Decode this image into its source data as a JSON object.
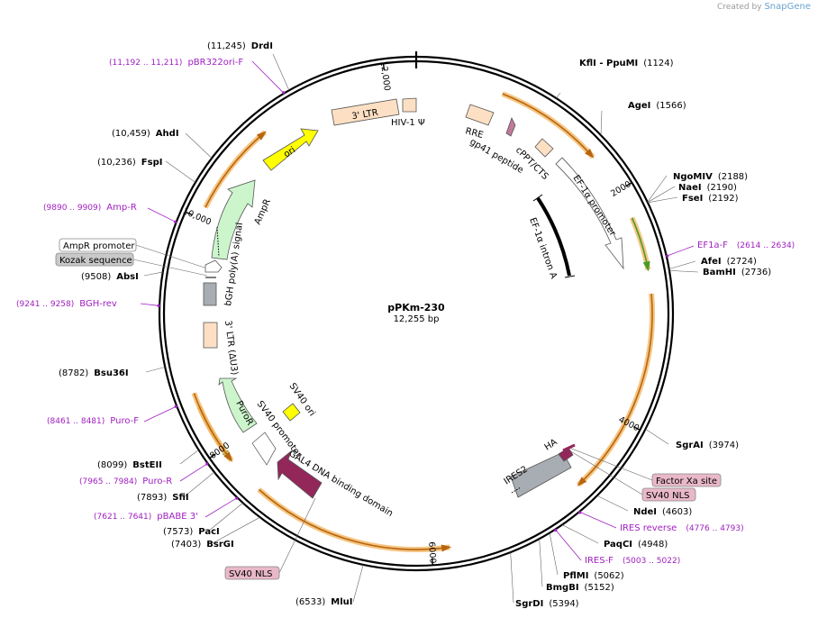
{
  "watermark": {
    "prefix": "Created by",
    "brand": "SnapGene"
  },
  "plasmid": {
    "name": "pPKm-230",
    "size": "12,255 bp",
    "length_bp": 12255
  },
  "ticks": [
    {
      "bp": 2000,
      "label": "2000"
    },
    {
      "bp": 4000,
      "label": "4000"
    },
    {
      "bp": 6000,
      "label": "6000"
    },
    {
      "bp": 8000,
      "label": "8000"
    },
    {
      "bp": 10000,
      "label": "10,000"
    },
    {
      "bp": 12000,
      "label": "12,000"
    }
  ],
  "sites": [
    {
      "name": "DrdI",
      "pos": "(11,245)",
      "bp": 11245
    },
    {
      "name": "KflI  - PpuMI",
      "pos": "(1124)",
      "bp": 1124
    },
    {
      "name": "AgeI",
      "pos": "(1566)",
      "bp": 1566
    },
    {
      "name": "NgoMIV",
      "pos": "(2188)",
      "bp": 2188
    },
    {
      "name": "NaeI",
      "pos": "(2190)",
      "bp": 2190
    },
    {
      "name": "FseI",
      "pos": "(2192)",
      "bp": 2192
    },
    {
      "name": "AfeI",
      "pos": "(2724)",
      "bp": 2724
    },
    {
      "name": "BamHI",
      "pos": "(2736)",
      "bp": 2736
    },
    {
      "name": "SgrAI",
      "pos": "(3974)",
      "bp": 3974
    },
    {
      "name": "NdeI",
      "pos": "(4603)",
      "bp": 4603
    },
    {
      "name": "PaqCI",
      "pos": "(4948)",
      "bp": 4948
    },
    {
      "name": "PflMI",
      "pos": "(5062)",
      "bp": 5062
    },
    {
      "name": "BmgBI",
      "pos": "(5152)",
      "bp": 5152
    },
    {
      "name": "SgrDI",
      "pos": "(5394)",
      "bp": 5394
    },
    {
      "name": "MluI",
      "pos": "(6533)",
      "bp": 6533
    },
    {
      "name": "BsrGI",
      "pos": "(7403)",
      "bp": 7403
    },
    {
      "name": "PacI",
      "pos": "(7573)",
      "bp": 7573
    },
    {
      "name": "SfiI",
      "pos": "(7893)",
      "bp": 7893
    },
    {
      "name": "BstEII",
      "pos": "(8099)",
      "bp": 8099
    },
    {
      "name": "Bsu36I",
      "pos": "(8782)",
      "bp": 8782
    },
    {
      "name": "AbsI",
      "pos": "(9508)",
      "bp": 9508
    },
    {
      "name": "FspI",
      "pos": "(10,236)",
      "bp": 10236
    },
    {
      "name": "AhdI",
      "pos": "(10,459)",
      "bp": 10459
    }
  ],
  "primers": [
    {
      "name": "pBR322ori-F",
      "pos": "(11,192 .. 11,211)",
      "bp": 11200
    },
    {
      "name": "Amp-R",
      "pos": "(9890 .. 9909)",
      "bp": 9900
    },
    {
      "name": "BGH-rev",
      "pos": "(9241 .. 9258)",
      "bp": 9250
    },
    {
      "name": "Puro-F",
      "pos": "(8461 .. 8481)",
      "bp": 8471
    },
    {
      "name": "Puro-R",
      "pos": "(7965 .. 7984)",
      "bp": 7975
    },
    {
      "name": "pBABE 3'",
      "pos": "(7621 .. 7641)",
      "bp": 7631
    },
    {
      "name": "EF1a-F",
      "pos": "(2614 .. 2634)",
      "bp": 2624
    },
    {
      "name": "IRES reverse",
      "pos": "(4776 .. 4793)",
      "bp": 4785
    },
    {
      "name": "IRES-F",
      "pos": "(5003 .. 5022)",
      "bp": 5012
    }
  ],
  "boxed_features": [
    {
      "name": "AmpR promoter",
      "style": "white"
    },
    {
      "name": "Kozak sequence",
      "style": "gray"
    },
    {
      "name": "Factor Xa site",
      "style": "pink"
    },
    {
      "name": "SV40 NLS",
      "style": "pink"
    },
    {
      "name": "SV40 NLS",
      "style": "pink"
    }
  ],
  "features": {
    "ltr3": "3' LTR",
    "hiv_psi": "HIV-1 Ψ",
    "rre": "RRE",
    "gp41": "gp41 peptide",
    "cppt": "cPPT/CTS",
    "ef1a_promoter": "EF-1α promoter",
    "ef1a_intron": "EF-1α intron A",
    "ori": "ori",
    "ampr": "AmpR",
    "bgh": "bGH poly(A) signal",
    "ltr3_du3": "3' LTR (ΔU3)",
    "puror": "PuroR",
    "sv40_promoter": "SV40 promoter",
    "sv40_ori": "SV40 ori",
    "gal4": "GAL4 DNA binding domain",
    "ires2": "IRES2",
    "ha": "HA"
  },
  "colors": {
    "orange_arc": "#f2b35a",
    "orange_arrow": "#b8650f",
    "ltr": "#fde0c4",
    "ori": "#ffff00",
    "ampr": "#ccf5cc",
    "gal4": "#93275a",
    "ires": "#a8adb3",
    "primer": "#a020c0",
    "pink_box": "#e9b8c8"
  }
}
